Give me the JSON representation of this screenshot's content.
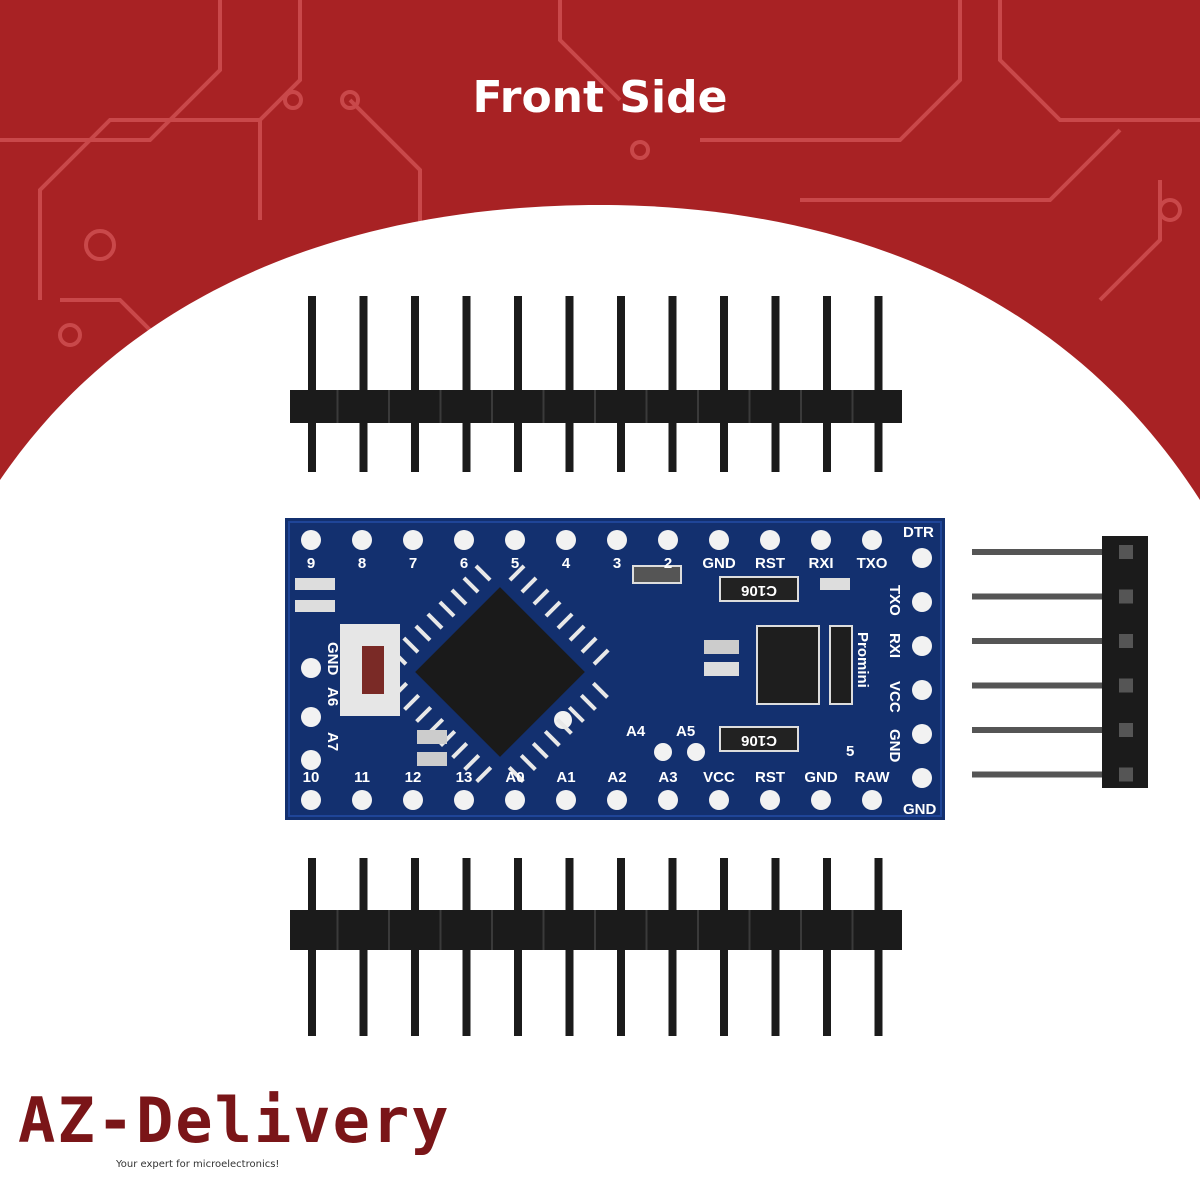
{
  "title": "Front Side",
  "colors": {
    "background_red": "#a82224",
    "board_blue": "#13306f",
    "pin_black": "#1b1b1b"
  },
  "board": {
    "top_labels": [
      "9",
      "8",
      "7",
      "6",
      "5",
      "4",
      "3",
      "2",
      "GND",
      "RST",
      "RXI",
      "TXO"
    ],
    "corner_top": "DTR",
    "corner_bottom": "GND",
    "right_labels": [
      "TXO",
      "RXI",
      "VCC",
      "GND"
    ],
    "bottom_labels": [
      "10",
      "11",
      "12",
      "13",
      "A0",
      "A1",
      "A2",
      "A3",
      "VCC",
      "RST",
      "GND",
      "RAW"
    ],
    "left_labels": [
      "GND",
      "A6",
      "A7"
    ],
    "analog_labels": [
      "A4",
      "A5"
    ],
    "cap_label_1": "C106",
    "cap_label_2": "C106",
    "side_text": "Promini",
    "misc_5": "5"
  },
  "brand": {
    "name": "AZ-Delivery",
    "tagline": "Your expert for microelectronics!"
  }
}
